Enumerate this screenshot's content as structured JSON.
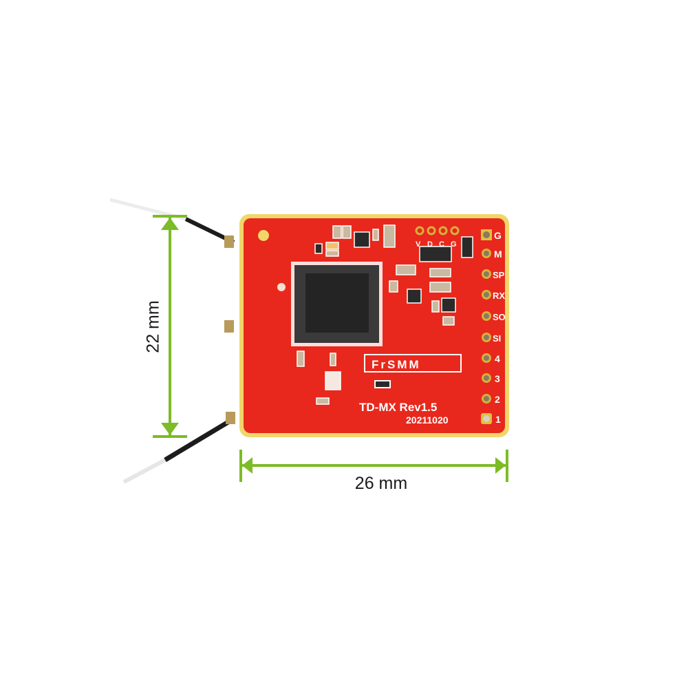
{
  "product": {
    "board_model": "TD-MX",
    "board_revision": "Rev1.5",
    "board_label": "TD-MX  Rev1.5",
    "date_code": "20211020",
    "logo_text": "FrSMM"
  },
  "dimensions": {
    "height_label": "22 mm",
    "width_label": "26 mm",
    "line_color": "#7dbb27"
  },
  "pins": {
    "side_header": [
      {
        "label": "G"
      },
      {
        "label": "M"
      },
      {
        "label": "SP"
      },
      {
        "label": "RX"
      },
      {
        "label": "SO"
      },
      {
        "label": "SI"
      },
      {
        "label": "4"
      },
      {
        "label": "3"
      },
      {
        "label": "2"
      },
      {
        "label": "1"
      }
    ],
    "top_header": [
      {
        "label": "V"
      },
      {
        "label": "D"
      },
      {
        "label": "C"
      },
      {
        "label": "G"
      }
    ]
  },
  "colors": {
    "pcb_red": "#e8281c",
    "pcb_edge_gold": "#f1d66a",
    "pad_gold": "#d7b13c",
    "chip_dark": "#2a2a2a",
    "antenna_black": "#1c1c1c"
  }
}
